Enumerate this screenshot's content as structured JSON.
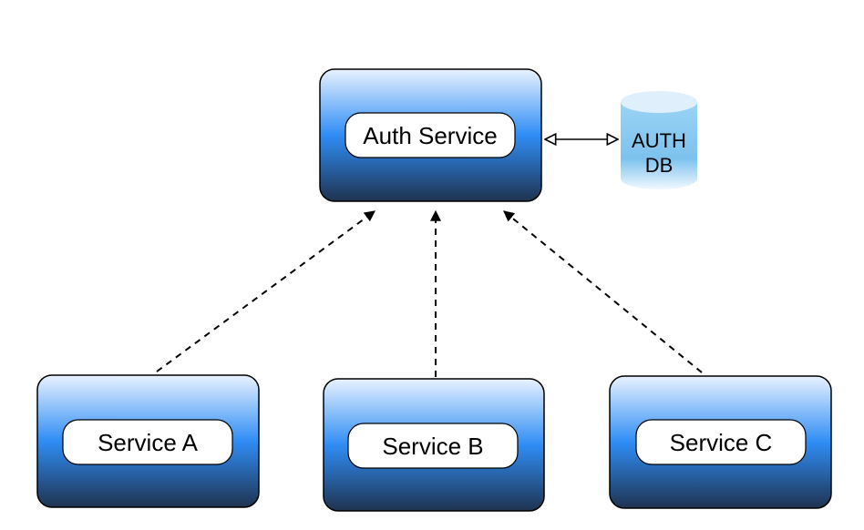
{
  "nodes": {
    "auth_service": {
      "label": "Auth Service"
    },
    "service_a": {
      "label": "Service A"
    },
    "service_b": {
      "label": "Service B"
    },
    "service_c": {
      "label": "Service C"
    },
    "auth_db": {
      "label_line1": "AUTH",
      "label_line2": "DB"
    }
  },
  "edges": [
    {
      "from": "service_a",
      "to": "auth_service",
      "style": "dashed",
      "arrow": "filled"
    },
    {
      "from": "service_b",
      "to": "auth_service",
      "style": "dashed",
      "arrow": "filled"
    },
    {
      "from": "service_c",
      "to": "auth_service",
      "style": "dashed",
      "arrow": "filled"
    },
    {
      "from": "auth_service",
      "to": "auth_db",
      "style": "solid",
      "arrow": "open-both"
    }
  ],
  "colors": {
    "box_top": "#e8f2ff",
    "box_mid": "#2f8df5",
    "box_bottom": "#1f3350",
    "db_top": "#eef7ff",
    "db_body": "#7cc2ee",
    "db_bottom": "#f2f9ff",
    "stroke": "#000000"
  }
}
